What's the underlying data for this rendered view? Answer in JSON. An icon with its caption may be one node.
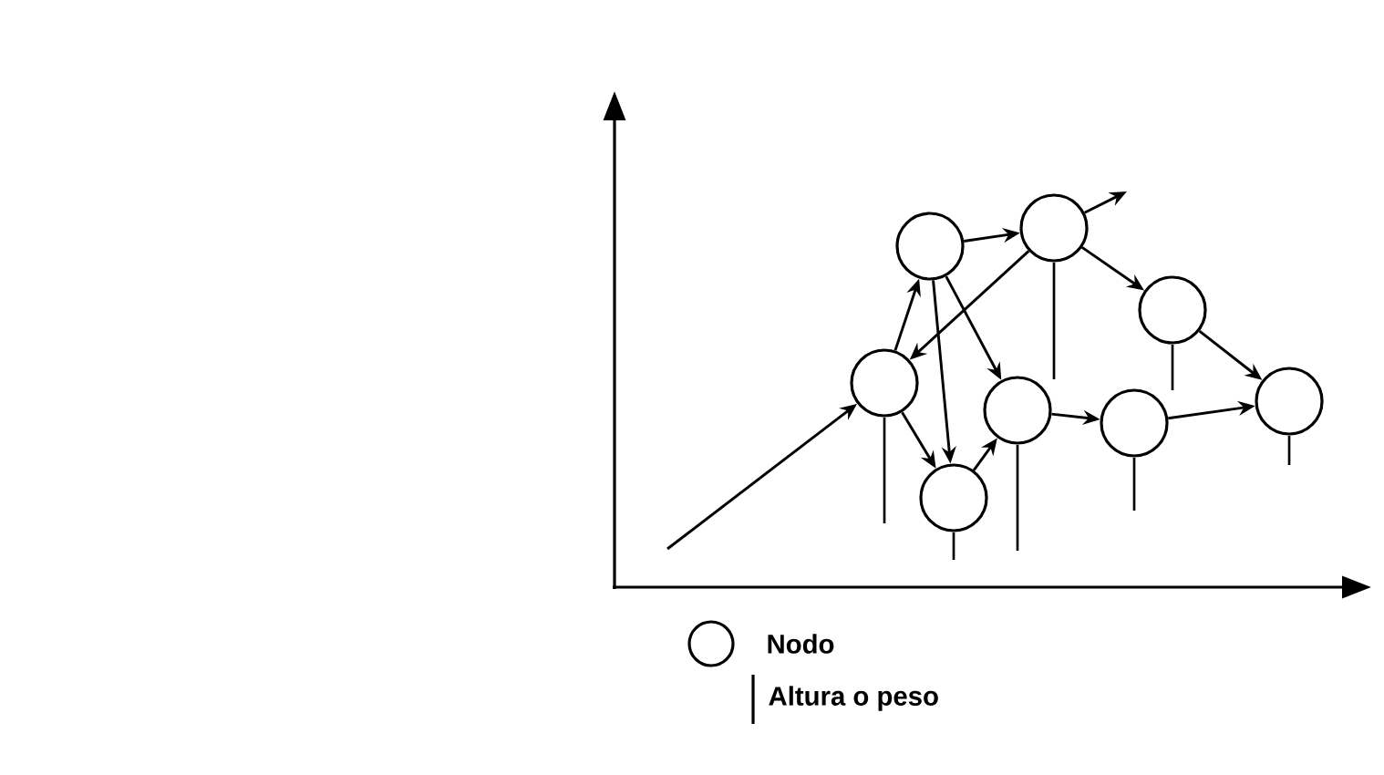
{
  "diagram": {
    "nodes": [
      {
        "text": [],
        "shape": "circle"
      },
      {
        "text": [],
        "shape": "circle"
      },
      {
        "text": [],
        "shape": "circle"
      },
      {
        "text": [],
        "shape": "circle"
      },
      {
        "text": [],
        "shape": "circle"
      },
      {
        "text": [],
        "shape": "circle"
      },
      {
        "text": [],
        "shape": "circle"
      },
      {
        "text": [],
        "shape": "circle"
      }
    ],
    "edges": [
      {
        "from": null,
        "to": 0,
        "arrow": "to"
      },
      {
        "from": 0,
        "to": 1,
        "arrow": "to"
      },
      {
        "from": 1,
        "to": 7,
        "arrow": "to"
      },
      {
        "from": 1,
        "to": 5,
        "arrow": "to"
      },
      {
        "from": 0,
        "to": 7,
        "arrow": "to"
      },
      {
        "from": 7,
        "to": 5,
        "arrow": "to"
      },
      {
        "from": 5,
        "to": 6,
        "arrow": "to"
      },
      {
        "from": 6,
        "to": 4,
        "arrow": "to"
      },
      {
        "from": 1,
        "to": 2,
        "arrow": "to"
      },
      {
        "from": 2,
        "to": 3,
        "arrow": "to"
      },
      {
        "from": 3,
        "to": 4,
        "arrow": "to"
      },
      {
        "from": 2,
        "to": 0,
        "arrow": "to"
      },
      {
        "from": 2,
        "to": null,
        "arrow": "to"
      }
    ],
    "legend": [
      {
        "text": "Nodo"
      },
      {
        "text": "Altura o peso"
      }
    ]
  }
}
